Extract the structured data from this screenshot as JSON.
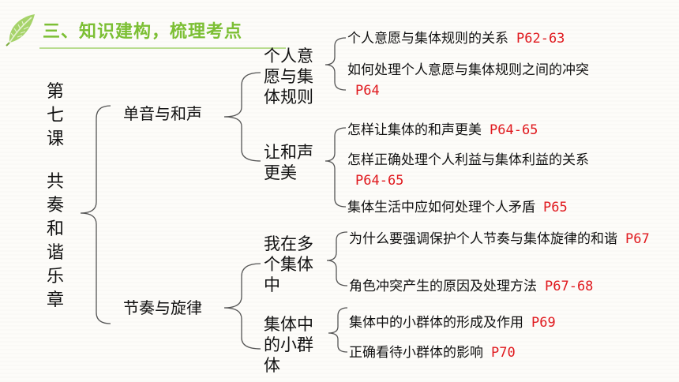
{
  "header": {
    "title": "三、知识建构，梳理考点",
    "icon": "leaf-icon",
    "accent_color": "#7cbf34"
  },
  "lesson": {
    "chars_a": [
      "第",
      "七",
      "课"
    ],
    "chars_b": [
      "共",
      "奏",
      "和",
      "谐",
      "乐",
      "章"
    ]
  },
  "level1": [
    {
      "label": "单音与和声"
    },
    {
      "label": "节奏与旋律"
    }
  ],
  "level2": [
    {
      "label": "个人意愿与集体规则"
    },
    {
      "label": "让和声更美"
    },
    {
      "label": "我在多个集体中"
    },
    {
      "label": "集体中的小群体"
    }
  ],
  "items": [
    {
      "text": "个人意愿与集体规则的关系",
      "page": "P62-63"
    },
    {
      "text": "如何处理个人意愿与集体规则之间的冲突",
      "page": "P64"
    },
    {
      "text": "怎样让集体的和声更美",
      "page": "P64-65"
    },
    {
      "text": "怎样正确处理个人利益与集体利益的关系",
      "page": "P64-65"
    },
    {
      "text": "集体生活中应如何处理个人矛盾",
      "page": "P65"
    },
    {
      "text": "为什么要强调保护个人节奏与集体旋律的和谐",
      "page": "P67"
    },
    {
      "text": "角色冲突产生的原因及处理方法",
      "page": "P67-68"
    },
    {
      "text": "集体中的小群体的形成及作用",
      "page": "P69"
    },
    {
      "text": "正确看待小群体的影响",
      "page": "P70"
    }
  ],
  "page_color": "#e0191e"
}
